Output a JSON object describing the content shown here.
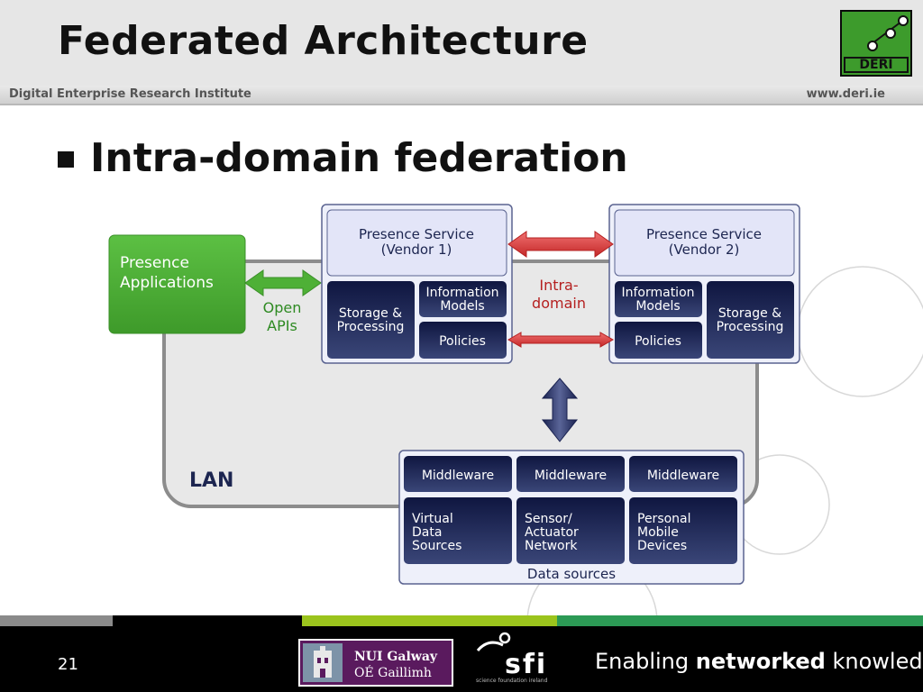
{
  "slide": {
    "title": "Federated Architecture",
    "institute": "Digital Enterprise Research Institute",
    "website": "www.deri.ie",
    "logo_text": "DERI",
    "heading": "Intra-domain federation",
    "page_number": "21"
  },
  "diagram": {
    "presence_apps": [
      "Presence",
      "Applications"
    ],
    "open_apis": [
      "Open",
      "APIs"
    ],
    "vendor1": [
      "Presence Service",
      "(Vendor 1)"
    ],
    "vendor2": [
      "Presence Service",
      "(Vendor 2)"
    ],
    "storage_processing": [
      "Storage &",
      "Processing"
    ],
    "information_models": [
      "Information",
      "Models"
    ],
    "policies": "Policies",
    "intra_domain": [
      "Intra-",
      "domain"
    ],
    "lan": "LAN",
    "middleware": "Middleware",
    "virtual_data_sources": [
      "Virtual",
      "Data",
      "Sources"
    ],
    "sensor_network": [
      "Sensor/",
      "Actuator",
      "Network"
    ],
    "personal_devices": [
      "Personal",
      "Mobile",
      "Devices"
    ],
    "data_sources": "Data sources"
  },
  "footer": {
    "nui_line1": "NUI Galway",
    "nui_line2": "OÉ Gaillimh",
    "sfi": "sfi",
    "sfi_small": "science foundation ireland",
    "tagline_pre": "Enabling ",
    "tagline_bold": "networked",
    "tagline_post": " knowledge."
  },
  "colors": {
    "green": "#4eb036",
    "navy": "#1c2550",
    "red_arrow": "#e04545",
    "lavender": "#e8e9f8",
    "footer_gray": "#8a8a8a",
    "footer_lime": "#9bc41d",
    "footer_green": "#2c9a55"
  }
}
